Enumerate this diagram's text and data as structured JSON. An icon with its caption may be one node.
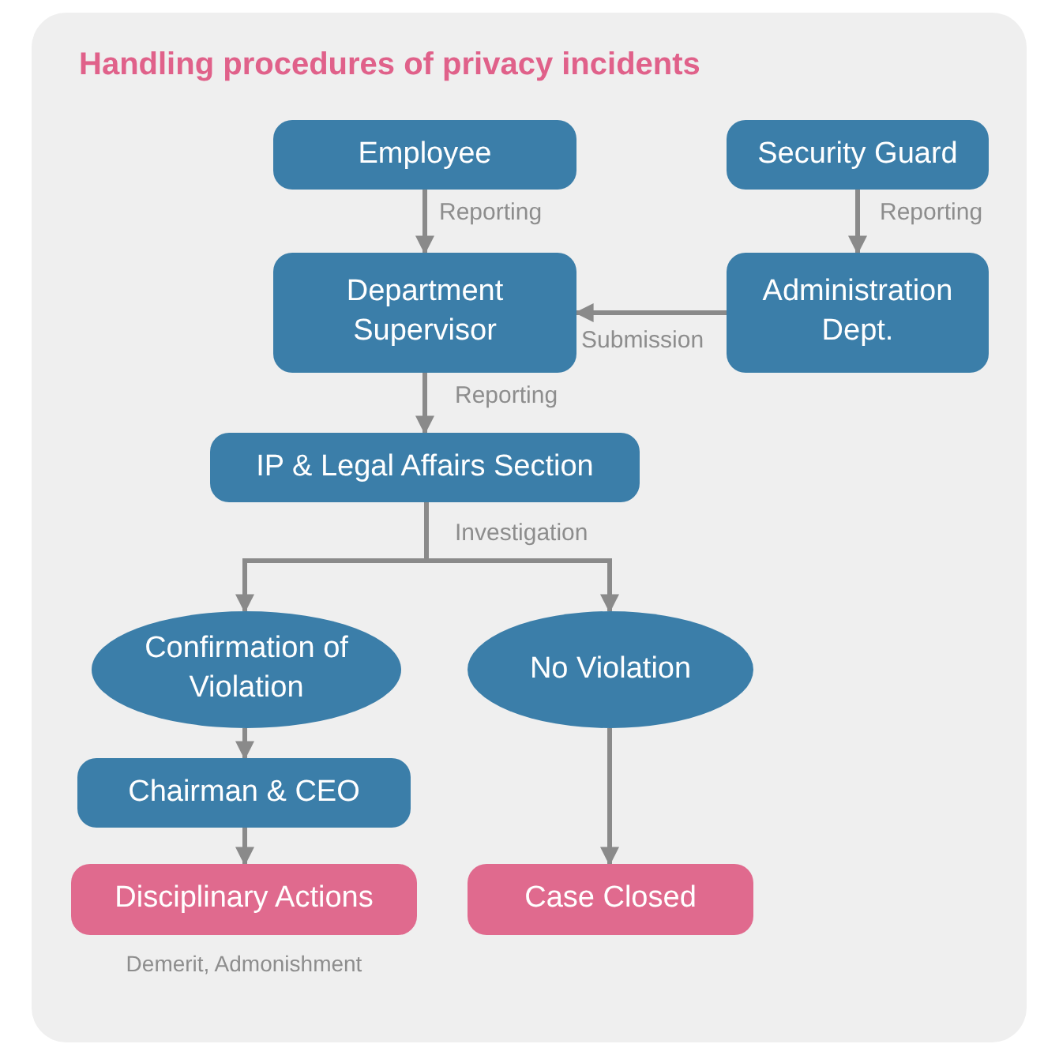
{
  "diagram": {
    "title": "Handling procedures of privacy incidents",
    "nodes": [
      {
        "text": [
          "Employee"
        ]
      },
      {
        "text": [
          "Security Guard"
        ]
      },
      {
        "text": [
          "Department Supervisor"
        ]
      },
      {
        "text": [
          "Administration Dept."
        ]
      },
      {
        "text": [
          "IP & Legal Affairs Section"
        ]
      },
      {
        "text": [
          "Confirmation of Violation"
        ]
      },
      {
        "text": [
          "No Violation"
        ]
      },
      {
        "text": [
          "Chairman & CEO"
        ]
      },
      {
        "text": [
          "Disciplinary Actions"
        ],
        "beside": [
          "Demerit, Admonishment"
        ]
      },
      {
        "text": [
          "Case Closed"
        ]
      }
    ],
    "edges": [
      {
        "from": 0,
        "to": 2,
        "arrow": "to",
        "label": "Reporting"
      },
      {
        "from": 1,
        "to": 3,
        "arrow": "to",
        "label": "Reporting"
      },
      {
        "from": 3,
        "to": 2,
        "arrow": "to",
        "label": "Submission"
      },
      {
        "from": 2,
        "to": 4,
        "arrow": "to",
        "label": "Reporting"
      },
      {
        "from": 4,
        "to": 5,
        "arrow": "to",
        "label": "Investigation"
      },
      {
        "from": 4,
        "to": 6,
        "arrow": "to"
      },
      {
        "from": 5,
        "to": 7,
        "arrow": "to"
      },
      {
        "from": 7,
        "to": 8,
        "arrow": "to"
      },
      {
        "from": 6,
        "to": 9,
        "arrow": "to"
      }
    ]
  }
}
